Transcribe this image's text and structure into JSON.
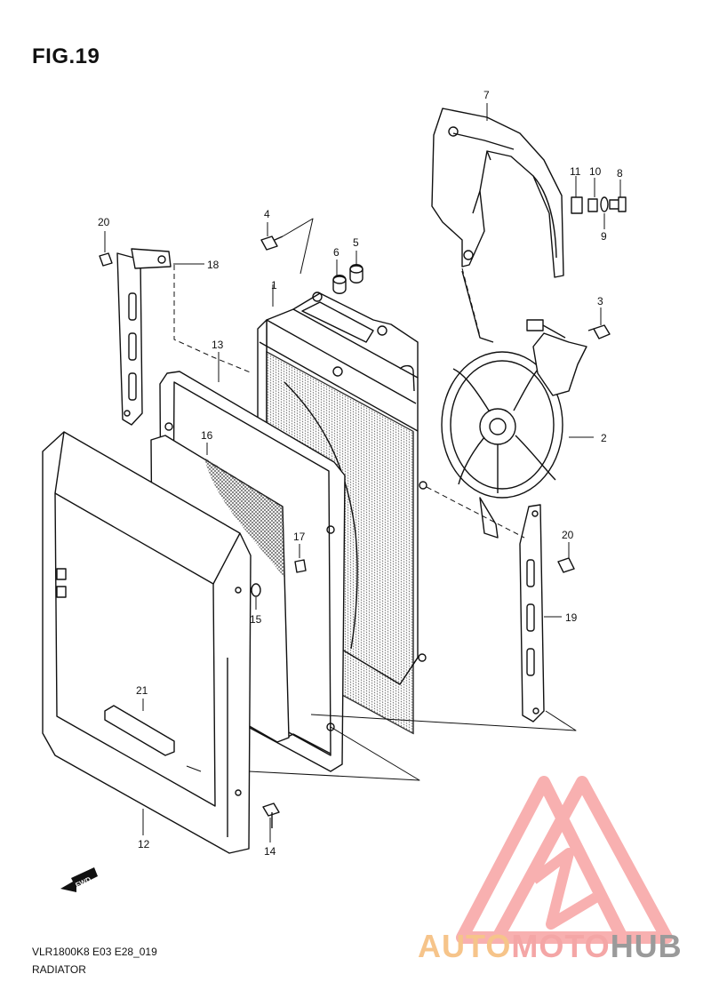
{
  "figure": {
    "title": "FIG.19"
  },
  "footer": {
    "code": "VLR1800K8 E03 E28_019",
    "section": "RADIATOR"
  },
  "fwd_arrow": {
    "label": "FWD"
  },
  "watermark": {
    "part1": "AUTO",
    "part2": "MOTO",
    "part3": "HUB",
    "colors": {
      "auto": "#f6c48a",
      "moto": "#f4a6a6",
      "hub": "#9a9a9a",
      "triangle": "#f7a3a3"
    }
  },
  "callouts": {
    "c1": "1",
    "c2": "2",
    "c3": "3",
    "c4": "4",
    "c5": "5",
    "c6": "6",
    "c7": "7",
    "c8": "8",
    "c9": "9",
    "c10": "10",
    "c11": "11",
    "c12": "12",
    "c13": "13",
    "c14": "14",
    "c15": "15",
    "c16": "16",
    "c17": "17",
    "c18": "18",
    "c19": "19",
    "c20a": "20",
    "c20b": "20",
    "c21": "21"
  }
}
